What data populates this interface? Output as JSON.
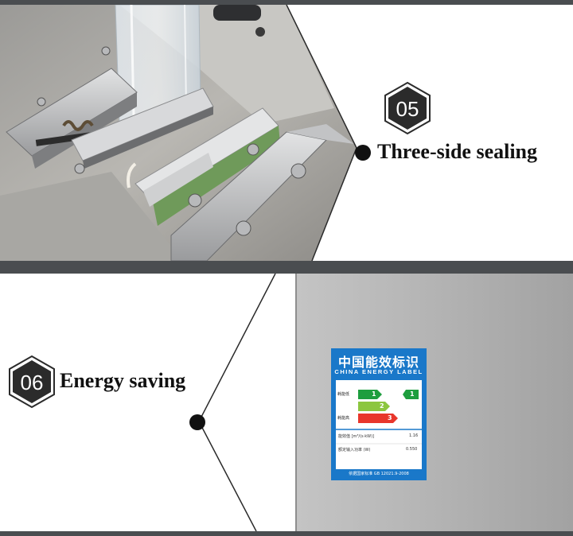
{
  "sections": [
    {
      "number": "05",
      "caption": "Three-side sealing"
    },
    {
      "number": "06",
      "caption": "Energy saving"
    }
  ],
  "energy_label": {
    "title_cn": "中国能效标识",
    "title_en": "CHINA ENERGY LABEL",
    "low_label": "耗能低",
    "high_label": "耗能高",
    "grades": [
      "1",
      "2",
      "3"
    ],
    "current_grade": "1",
    "row1_label": "能效值 [m³/(s·kW)]",
    "row1_value": "1.16",
    "row2_label": "额定输入功率 (W)",
    "row2_value": "0.550",
    "footer": "依据国家标准 GB 12021.9-2008"
  },
  "colors": {
    "bar": "#4a4d50",
    "hex": "#2b2b2b",
    "label_blue": "#1a78c9",
    "grade1": "#1e9e3e",
    "grade2": "#8cc63f",
    "grade3": "#e8362b"
  }
}
